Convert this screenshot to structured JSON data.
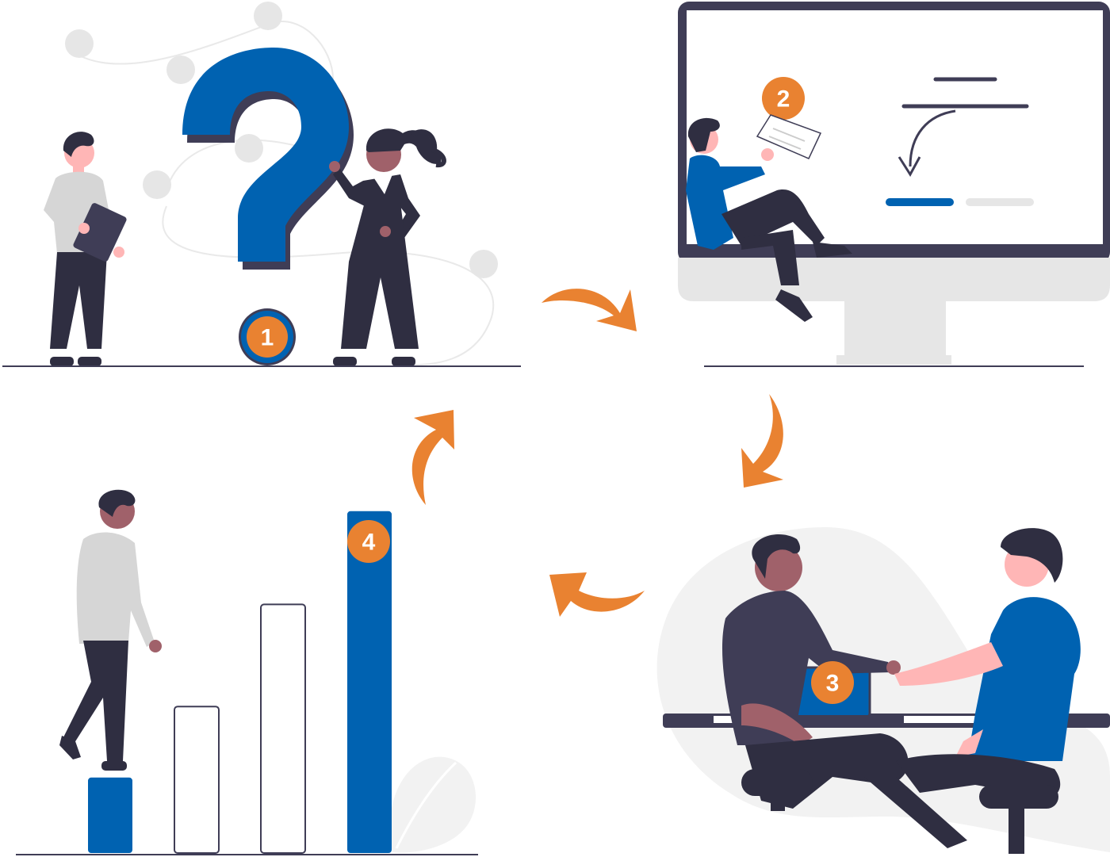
{
  "steps": [
    {
      "number": "1",
      "topic": "question"
    },
    {
      "number": "2",
      "topic": "analysis"
    },
    {
      "number": "3",
      "topic": "agreement"
    },
    {
      "number": "4",
      "topic": "growth"
    }
  ],
  "colors": {
    "accent": "#e98231",
    "brand_blue": "#0062b1",
    "dark": "#3f3d56",
    "skin_light": "#ffb6b6",
    "skin_dark": "#a0616a",
    "shirt_gray": "#d6d6d6",
    "bg_light": "#f2f2f2",
    "line": "#3f3d56"
  },
  "bar_chart": {
    "values": [
      1.7,
      3.3,
      5.6,
      7.7
    ],
    "highlight_index": 3
  },
  "icons": [
    "question-mark-icon",
    "clockwise-arrow-icon",
    "sort-arrow-icon"
  ]
}
